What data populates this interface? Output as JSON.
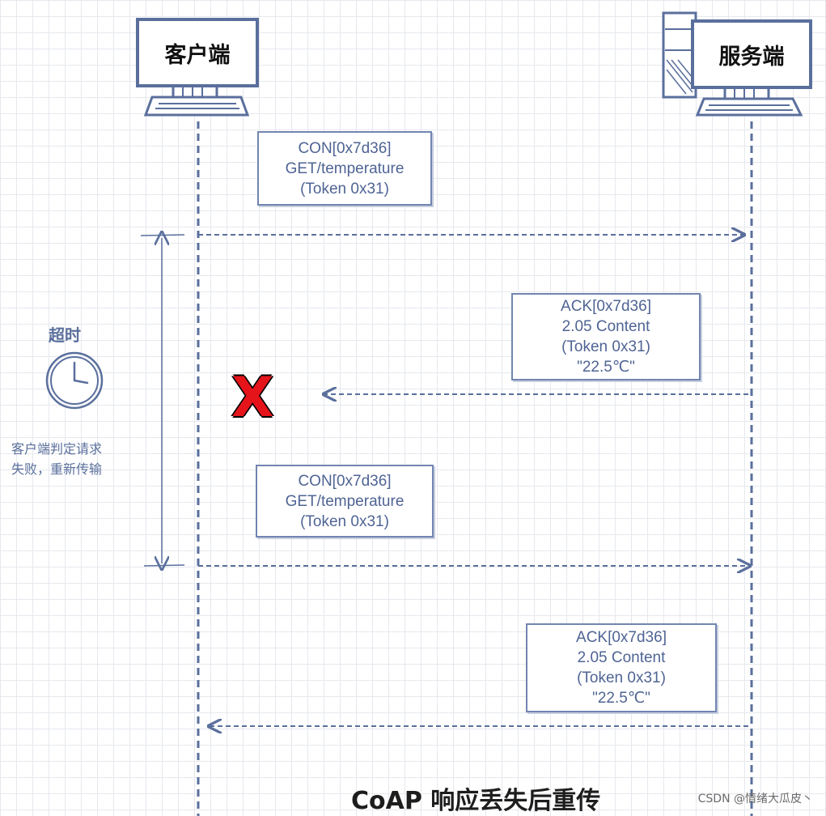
{
  "participants": {
    "client": "客户端",
    "server": "服务端"
  },
  "messages": [
    {
      "lines": [
        "CON[0x7d36]",
        "GET/temperature",
        "(Token 0x31)"
      ],
      "direction": "client-to-server",
      "lost": false
    },
    {
      "lines": [
        "ACK[0x7d36]",
        "2.05 Content",
        "(Token 0x31)",
        "\"22.5℃\""
      ],
      "direction": "server-to-client",
      "lost": true
    },
    {
      "lines": [
        "CON[0x7d36]",
        "GET/temperature",
        "(Token 0x31)"
      ],
      "direction": "client-to-server",
      "lost": false
    },
    {
      "lines": [
        "ACK[0x7d36]",
        "2.05 Content",
        "(Token 0x31)",
        "\"22.5℃\""
      ],
      "direction": "server-to-client",
      "lost": false
    }
  ],
  "timeout": {
    "label": "超时",
    "note_lines": [
      "客户端判定请求",
      "失败，重新传输"
    ]
  },
  "lost_marker": "X",
  "title": "CoAP 响应丢失后重传",
  "credit": "CSDN @情绪大瓜皮丶",
  "colors": {
    "line": "#5a6f9c",
    "message_text": "#4f6494",
    "lost_mark": "#e5141b"
  },
  "icons": [
    "desktop-computer-icon",
    "desktop-computer-icon",
    "clock-icon"
  ]
}
